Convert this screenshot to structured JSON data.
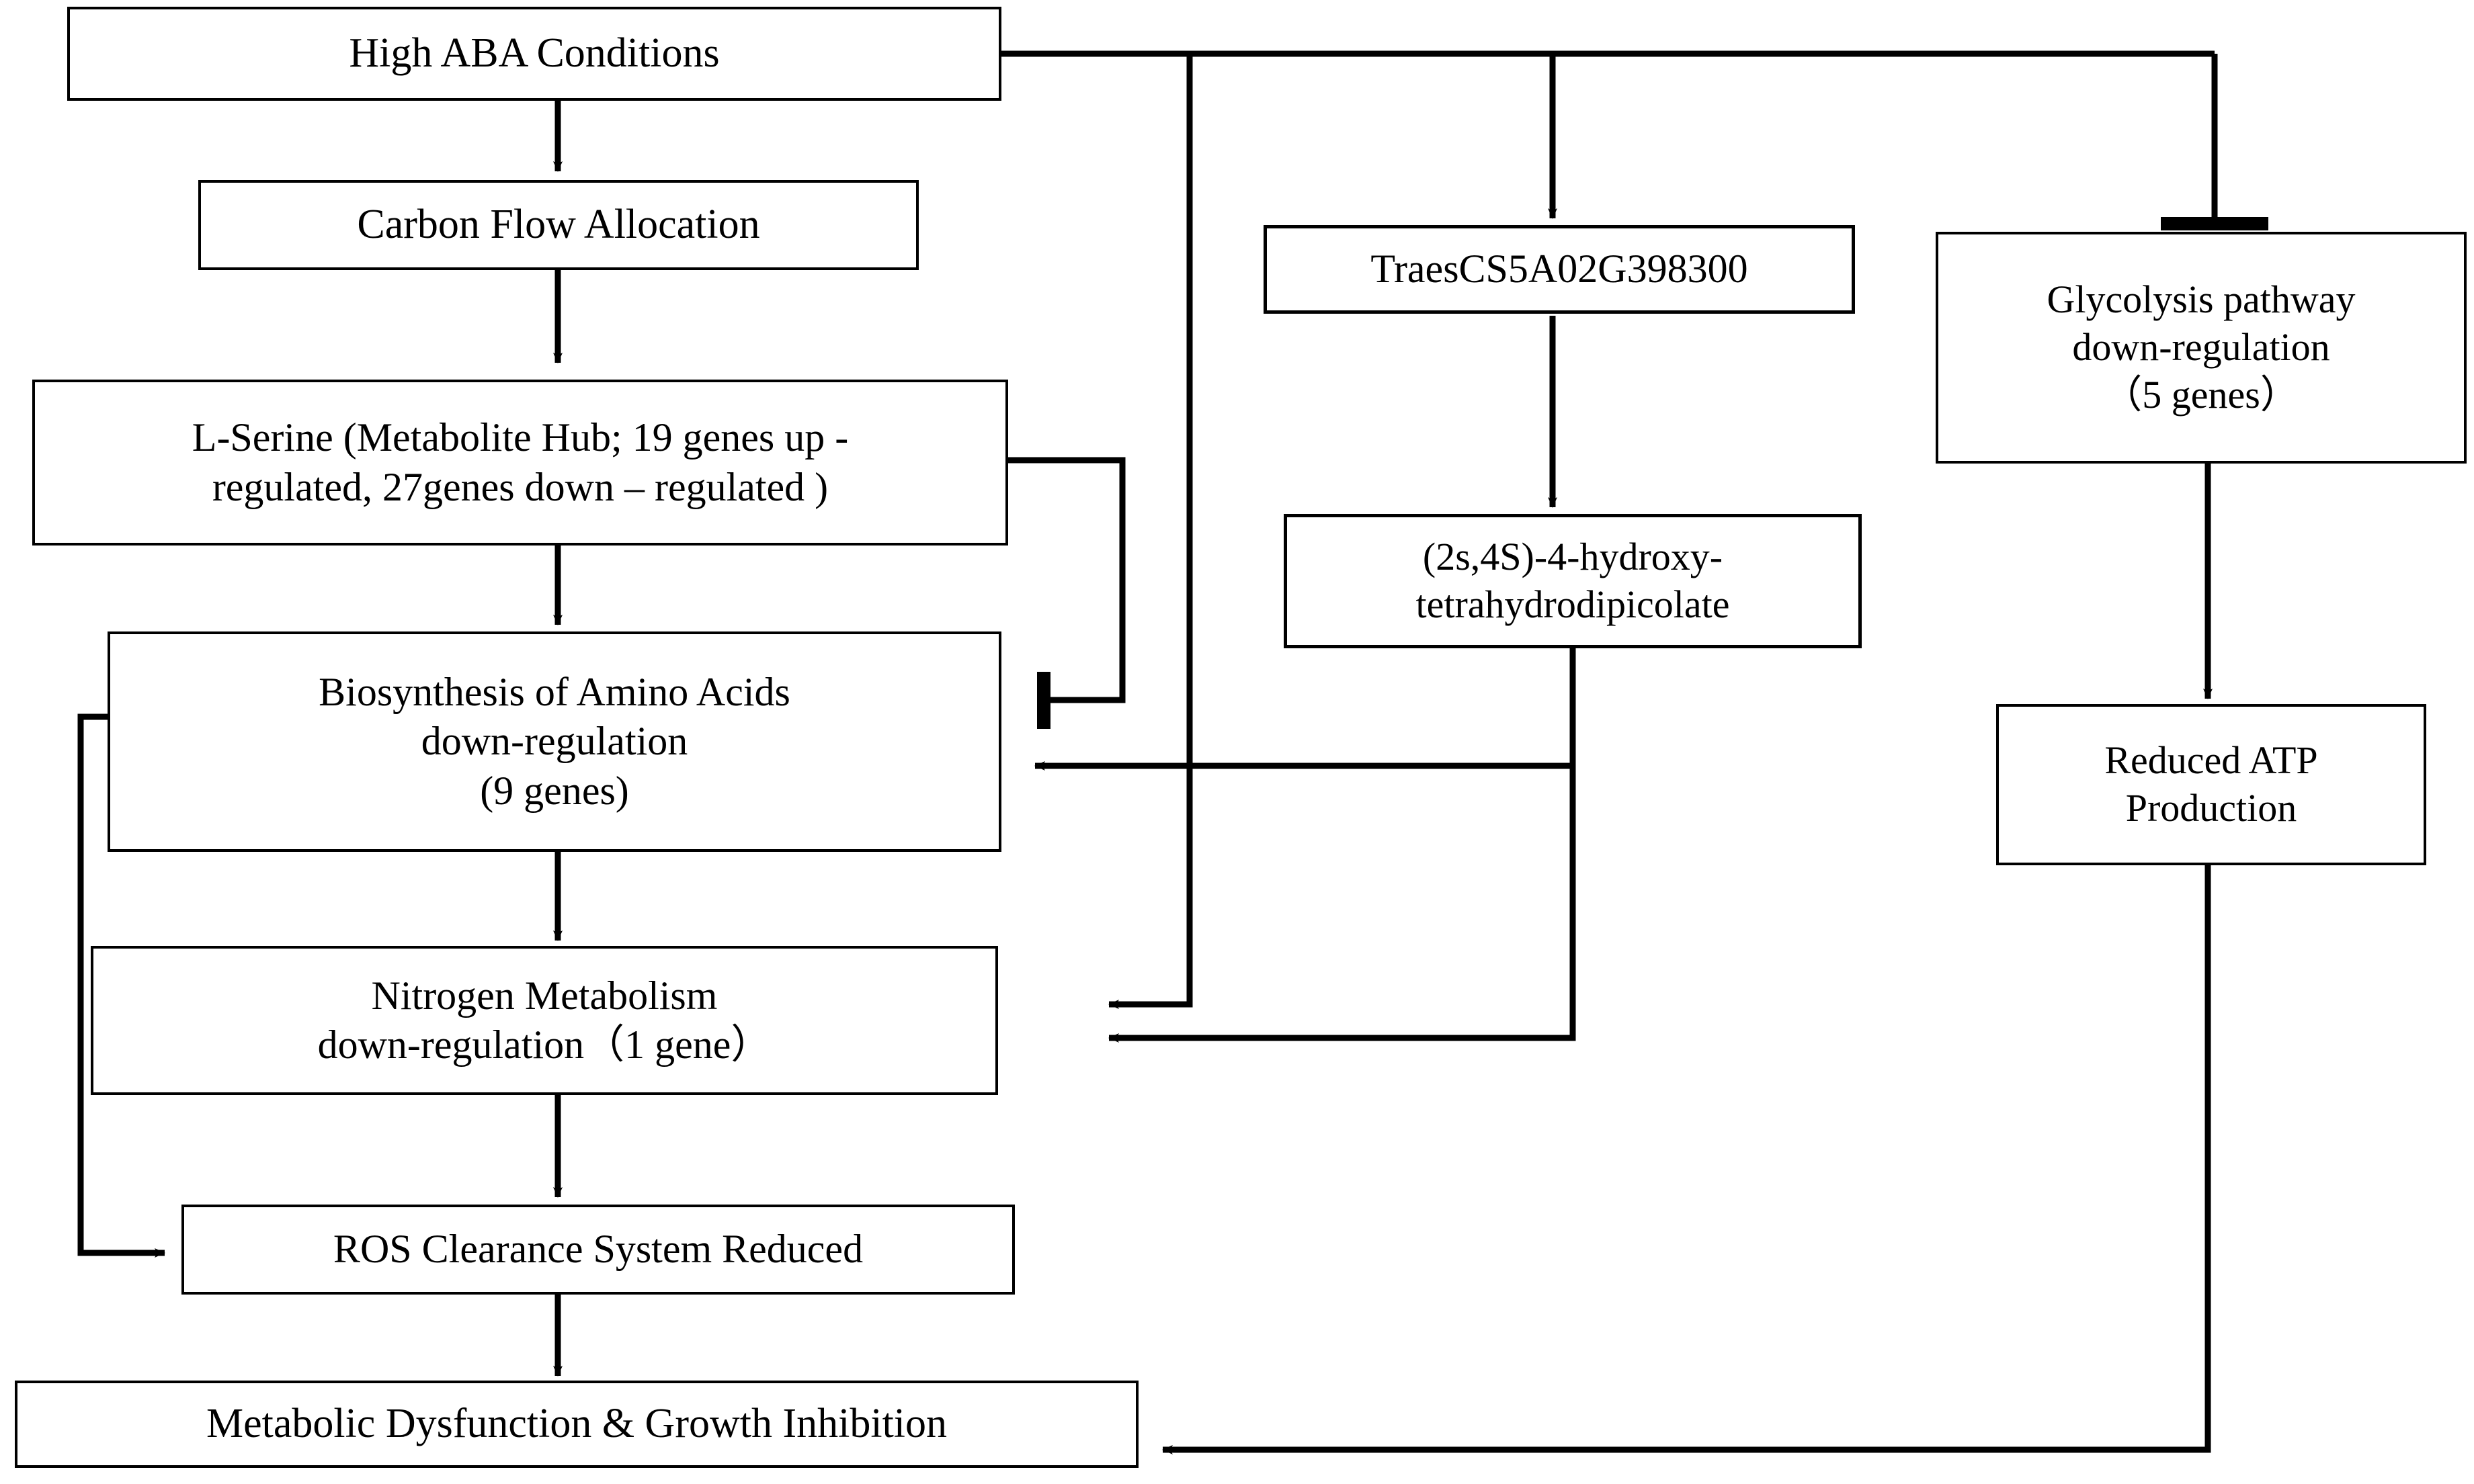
{
  "diagram": {
    "title": "ABA stress response metabolic flowchart",
    "line_color": "#000000",
    "box_border_color": "#000000",
    "background": "#ffffff",
    "nodes": [
      {
        "id": "high-aba",
        "label": "High ABA Conditions"
      },
      {
        "id": "carbon-flow",
        "label": "Carbon Flow Allocation"
      },
      {
        "id": "l-serine",
        "label": "L-Serine (Metabolite Hub; 19 genes up - regulated, 27genes down – regulated )"
      },
      {
        "id": "biosynthesis",
        "label": "Biosynthesis of Amino Acids down-regulation (9 genes)"
      },
      {
        "id": "nitrogen",
        "label": "Nitrogen Metabolism down-regulation（1 gene）"
      },
      {
        "id": "ros",
        "label": "ROS Clearance System Reduced"
      },
      {
        "id": "metabolic",
        "label": "Metabolic Dysfunction & Growth Inhibition"
      },
      {
        "id": "traes",
        "label": "TraesCS5A02G398300"
      },
      {
        "id": "hydroxy",
        "label": "(2s,4S)-4-hydroxy-tetrahydrodipicolate"
      },
      {
        "id": "glycolysis",
        "label": "Glycolysis pathway down-regulation（5 genes）"
      },
      {
        "id": "atp",
        "label": "Reduced ATP Production"
      }
    ],
    "node_lines": {
      "high-aba": [
        "High ABA Conditions"
      ],
      "carbon-flow": [
        "Carbon Flow Allocation"
      ],
      "l-serine": [
        "L-Serine (Metabolite Hub; 19 genes up -",
        "regulated, 27genes down – regulated )"
      ],
      "biosynthesis": [
        "Biosynthesis of Amino Acids",
        "down-regulation",
        "(9 genes)"
      ],
      "nitrogen": [
        "Nitrogen Metabolism",
        "down-regulation（1 gene）"
      ],
      "ros": [
        "ROS Clearance System Reduced"
      ],
      "metabolic": [
        "Metabolic Dysfunction & Growth Inhibition"
      ],
      "traes": [
        "TraesCS5A02G398300"
      ],
      "hydroxy": [
        "(2s,4S)-4-hydroxy-",
        "tetrahydrodipicolate"
      ],
      "glycolysis": [
        "Glycolysis pathway",
        "down-regulation",
        "（5 genes）"
      ],
      "atp": [
        "Reduced ATP",
        "Production"
      ]
    },
    "edges": [
      {
        "id": "e1",
        "from": "high-aba",
        "to": "carbon-flow",
        "type": "arrow"
      },
      {
        "id": "e2",
        "from": "carbon-flow",
        "to": "l-serine",
        "type": "arrow"
      },
      {
        "id": "e3",
        "from": "l-serine",
        "to": "biosynthesis",
        "type": "arrow"
      },
      {
        "id": "e4",
        "from": "biosynthesis",
        "to": "nitrogen",
        "type": "arrow"
      },
      {
        "id": "e5",
        "from": "nitrogen",
        "to": "ros",
        "type": "arrow"
      },
      {
        "id": "e6",
        "from": "ros",
        "to": "metabolic",
        "type": "arrow"
      },
      {
        "id": "e7",
        "from": "high-aba",
        "to": "traes",
        "type": "arrow"
      },
      {
        "id": "e8",
        "from": "high-aba",
        "to": "glycolysis",
        "type": "inhibition"
      },
      {
        "id": "e9",
        "from": "high-aba",
        "to": "nitrogen",
        "type": "arrow"
      },
      {
        "id": "e10",
        "from": "traes",
        "to": "hydroxy",
        "type": "arrow"
      },
      {
        "id": "e11",
        "from": "hydroxy",
        "to": "biosynthesis",
        "type": "arrow"
      },
      {
        "id": "e12",
        "from": "hydroxy",
        "to": "nitrogen",
        "type": "arrow"
      },
      {
        "id": "e13",
        "from": "l-serine",
        "to": "biosynthesis",
        "type": "inhibition"
      },
      {
        "id": "e14",
        "from": "biosynthesis",
        "to": "ros",
        "type": "arrow"
      },
      {
        "id": "e15",
        "from": "glycolysis",
        "to": "atp",
        "type": "arrow"
      },
      {
        "id": "e16",
        "from": "atp",
        "to": "metabolic",
        "type": "arrow"
      }
    ]
  }
}
